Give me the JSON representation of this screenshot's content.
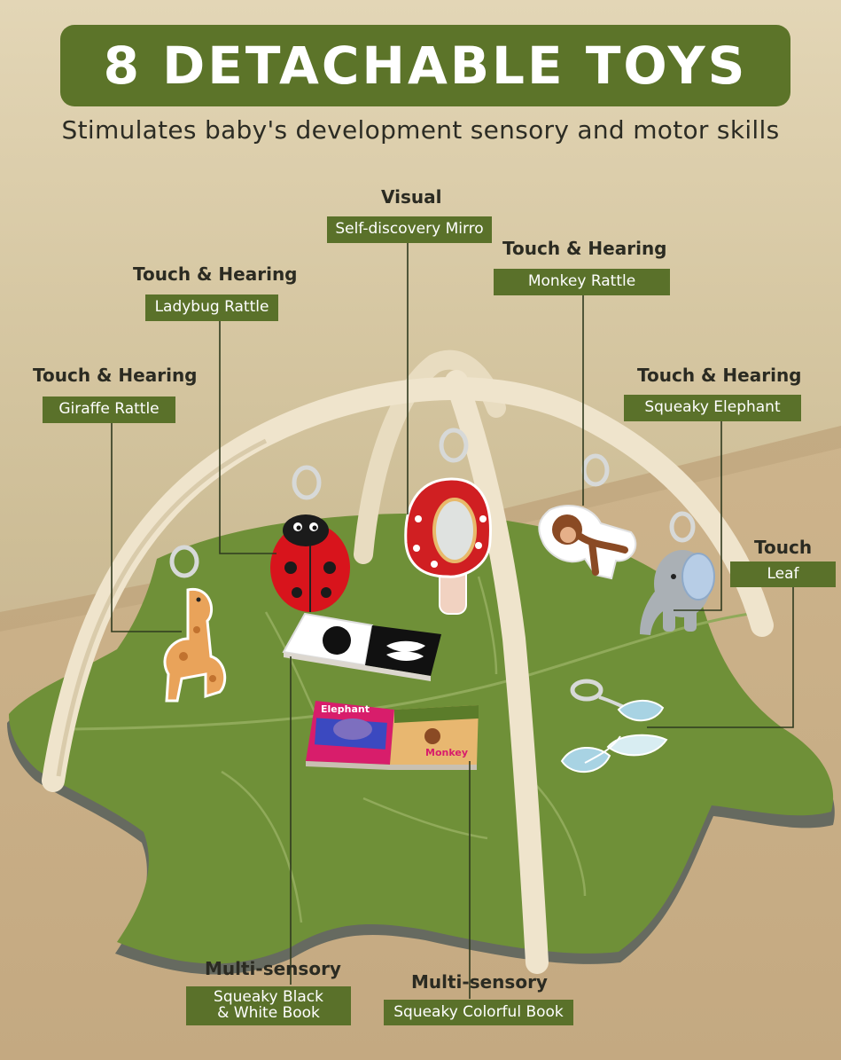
{
  "banner": {
    "title": "8 DETACHABLE TOYS"
  },
  "subtitle": "Stimulates baby's development sensory and motor skills",
  "colors": {
    "banner_green": "#5c7429",
    "pill_green": "#5a712a",
    "mat_green": "#6f9038",
    "arch_cream": "#efe4cc",
    "background_tan": "#d8c9a5"
  },
  "labels": {
    "visual": {
      "category": "Visual",
      "name": "Self-discovery Mirro"
    },
    "monkey": {
      "category": "Touch & Hearing",
      "name": "Monkey Rattle"
    },
    "ladybug": {
      "category": "Touch & Hearing",
      "name": "Ladybug Rattle"
    },
    "giraffe": {
      "category": "Touch & Hearing",
      "name": "Giraffe Rattle"
    },
    "elephant": {
      "category": "Touch & Hearing",
      "name": "Squeaky Elephant"
    },
    "leaf": {
      "category": "Touch",
      "name": "Leaf"
    },
    "bw_book": {
      "category": "Multi-sensory",
      "name_line1": "Squeaky Black",
      "name_line2": "& White Book"
    },
    "color_book": {
      "category": "Multi-sensory",
      "name": "Squeaky Colorful Book"
    }
  },
  "book_text": {
    "elephant": "Elephant",
    "monkey": "Monkey"
  }
}
